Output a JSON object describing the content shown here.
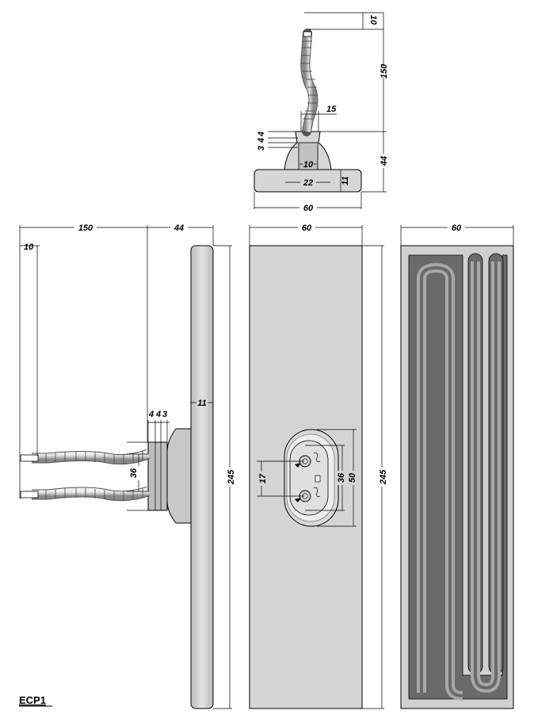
{
  "title": "ECP1",
  "top_view": {
    "wire_tip": "10",
    "wire_length": "150",
    "wire_dia": "15",
    "step_a": "3",
    "step_b": "4",
    "step_c": "4",
    "neck": "10",
    "height": "44",
    "base": "22",
    "plate": "11",
    "width": "60"
  },
  "side_view": {
    "wire_length": "150",
    "body_depth": "44",
    "wire_tip": "10",
    "step_a": "4",
    "step_b": "4",
    "step_c": "3",
    "plate": "11",
    "pitch": "36",
    "length": "245"
  },
  "front_view": {
    "width": "60",
    "length": "245",
    "pitch_inner": "17",
    "pitch": "36",
    "boss": "50"
  },
  "back_view": {
    "width": "60"
  },
  "colors": {
    "body": "#d4d4d4",
    "groove": "#6a6a6a",
    "element": "#a6a6a6",
    "outline": "#000000"
  }
}
